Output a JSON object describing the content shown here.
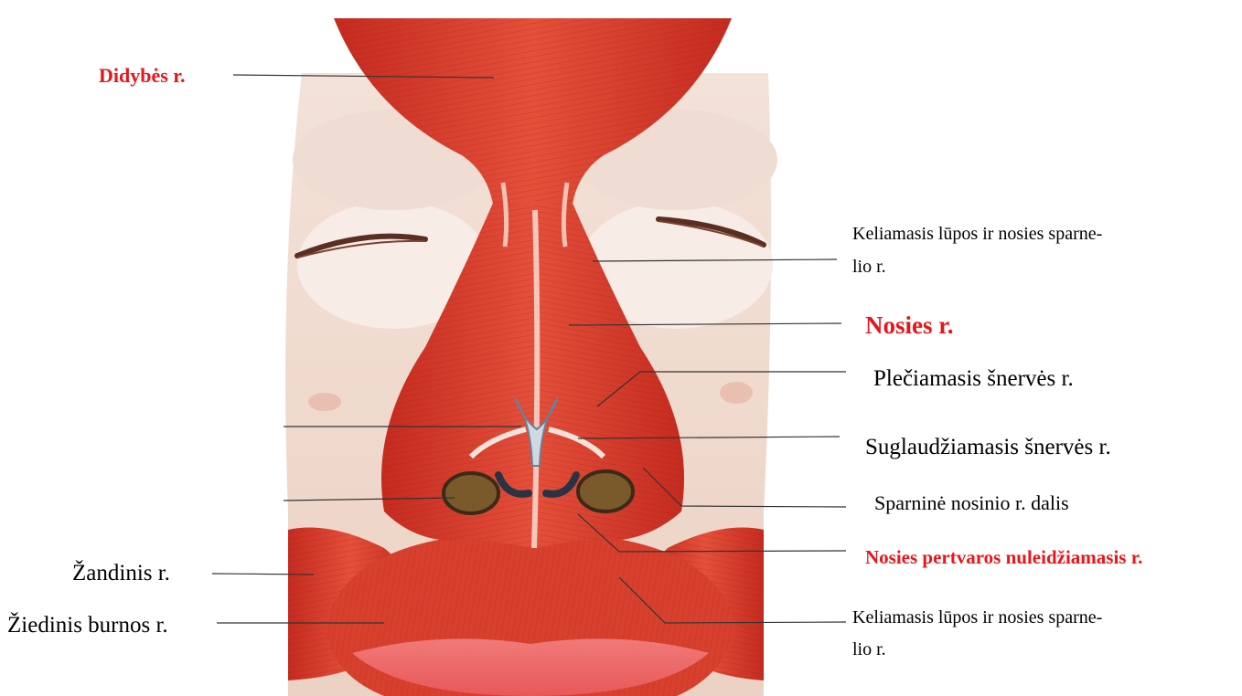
{
  "labels": {
    "procerus": "Didybės r.",
    "levator_upper_1": "Keliamasis lūpos ir nosies sparne-",
    "levator_upper_2": "lio r.",
    "nasalis": "Nosies r.",
    "dilator": "Plečiamasis šnervės r.",
    "compressor": "Suglaudžiamasis šnervės r.",
    "alar_part": "Sparninė nosinio r. dalis",
    "depressor_septi": "Nosies pertvaros nuleidžiamasis r.",
    "levator_lower_1": "Keliamasis lūpos ir nosies sparne-",
    "levator_lower_2": "lio r.",
    "buccinator": "Žandinis  r.",
    "orbicularis": "Žiedinis burnos r."
  },
  "colors": {
    "muscle": "#d93a2b",
    "muscle_light": "#ee6a50",
    "muscle_dark": "#b0231a",
    "skin": "#f2d9cc",
    "highlight_label": "#e8161a",
    "leader_line": "#333333"
  }
}
